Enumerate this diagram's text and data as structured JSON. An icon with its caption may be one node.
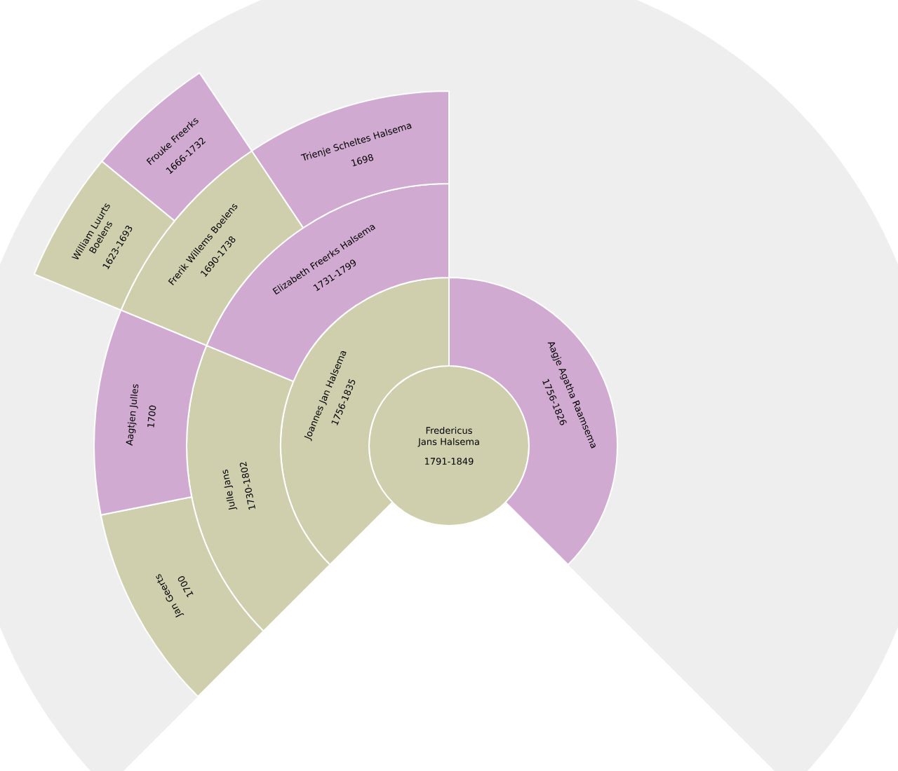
{
  "diagram": {
    "nodes": [
      {
        "text": [
          "Fredericus Jans Halsema",
          "1791-1849"
        ]
      },
      {
        "text": [
          "Joannes Jan Halsema",
          "1756-1835"
        ]
      },
      {
        "text": [
          "Aagje Agatha Raamsema",
          "1756-1826"
        ]
      },
      {
        "text": [
          "Julle Jans",
          "1730-1802"
        ]
      },
      {
        "text": [
          "Elizabeth Freerks Halsema",
          "1731-1799"
        ]
      },
      {
        "text": [
          "Jan Geerts",
          "1700"
        ]
      },
      {
        "text": [
          "Aagtjen Julles",
          "1700"
        ]
      },
      {
        "text": [
          "Frerik Willems Boelens",
          "1690-1738"
        ]
      },
      {
        "text": [
          "Trienje Scheltes Halsema",
          "1698"
        ]
      },
      {
        "text": [
          "William Luurts Boelens",
          "1623-1693"
        ]
      },
      {
        "text": [
          "Frouke Freerks",
          "1666-1732"
        ]
      }
    ]
  }
}
